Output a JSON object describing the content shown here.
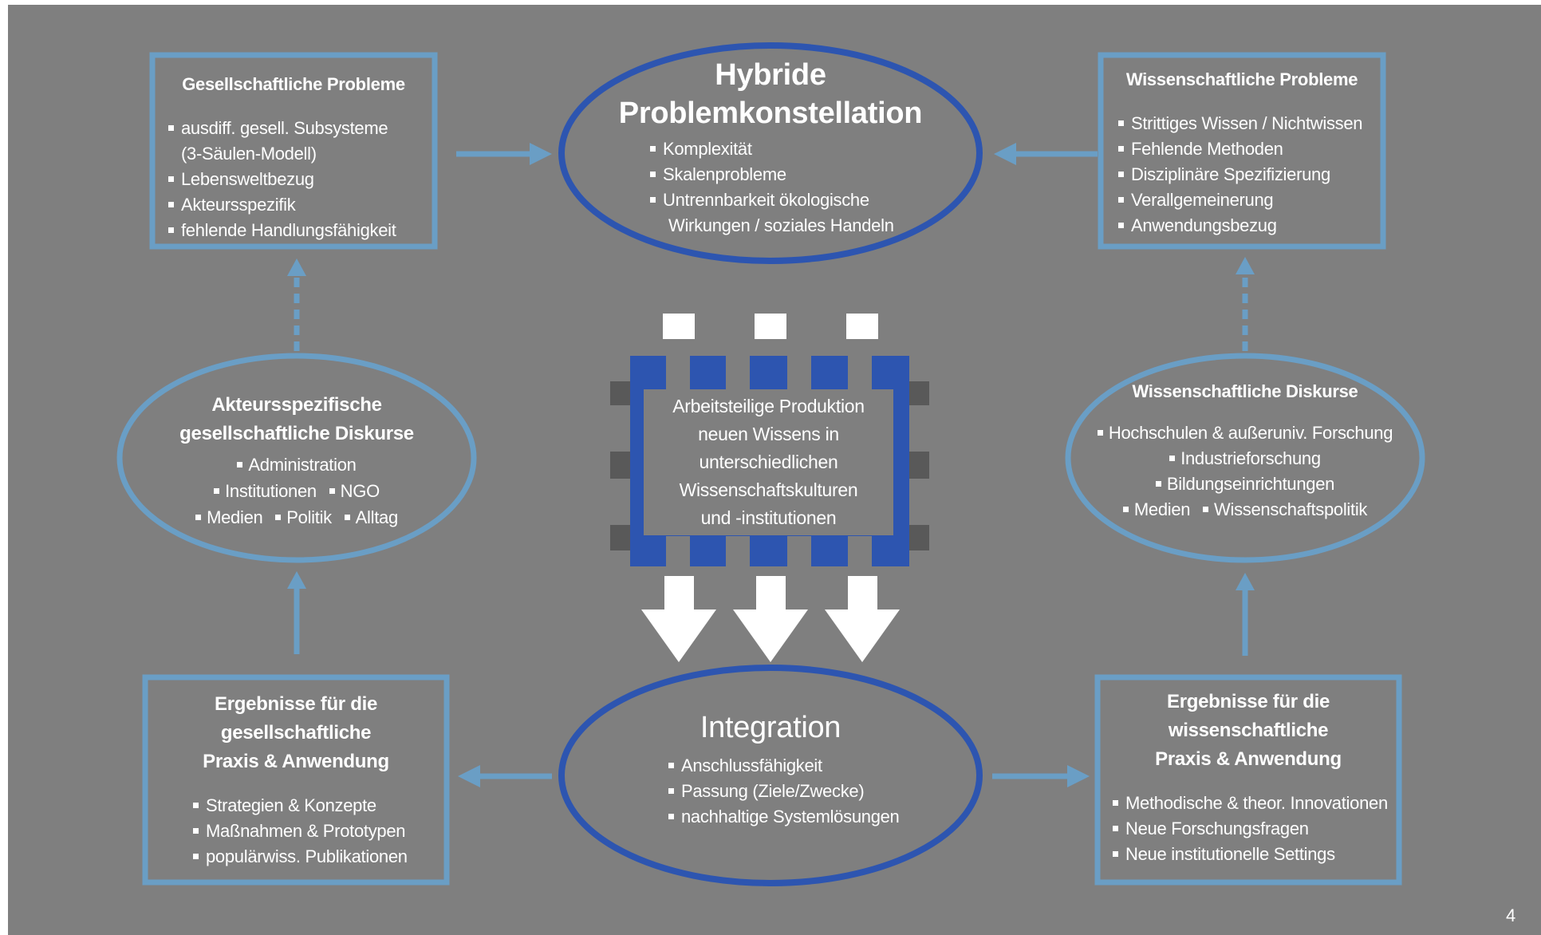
{
  "colors": {
    "background": "#7f7f7f",
    "light_blue": "#6a9ec5",
    "dark_blue": "#2d55b0",
    "connector_gray": "#595959",
    "white": "#ffffff"
  },
  "hybrid": {
    "title_line1": "Hybride",
    "title_line2": "Problemkonstellation",
    "items": [
      "Komplexität",
      "Skalenprobleme",
      "Untrennbarkeit ökologische",
      "Wirkungen / soziales Handeln"
    ]
  },
  "society_problems": {
    "title": "Gesellschaftliche Probleme",
    "items": [
      "ausdiff. gesell. Subsysteme",
      "(3-Säulen-Modell)",
      "Lebensweltbezug",
      "Akteursspezifik",
      "fehlende Handlungsfähigkeit"
    ]
  },
  "science_problems": {
    "title": "Wissenschaftliche Probleme",
    "items": [
      "Strittiges Wissen / Nichtwissen",
      "Fehlende Methoden",
      "Disziplinäre Spezifizierung",
      "Verallgemeinerung",
      "Anwendungsbezug"
    ]
  },
  "actor_discourses": {
    "title_line1": "Akteursspezifische",
    "title_line2": "gesellschaftliche Diskurse",
    "row1": [
      "Administration"
    ],
    "row2": [
      "Institutionen",
      "NGO"
    ],
    "row3": [
      "Medien",
      "Politik",
      "Alltag"
    ]
  },
  "science_discourses": {
    "title": "Wissenschaftliche Diskurse",
    "row1": [
      "Hochschulen  & außeruniv. Forschung"
    ],
    "row2": [
      "Industrieforschung"
    ],
    "row3": [
      "Bildungseinrichtungen"
    ],
    "row4": [
      "Medien",
      "Wissenschaftspolitik"
    ]
  },
  "production": {
    "lines": [
      "Arbeitsteilige Produktion",
      "neuen Wissens in",
      "unterschiedlichen",
      "Wissenschaftskulturen",
      "und -institutionen"
    ]
  },
  "integration": {
    "title": "Integration",
    "items": [
      "Anschlussfähigkeit",
      "Passung (Ziele/Zwecke)",
      "nachhaltige Systemlösungen"
    ]
  },
  "society_results": {
    "title_line1": "Ergebnisse für die",
    "title_line2": "gesellschaftliche",
    "title_line3": "Praxis & Anwendung",
    "items": [
      "Strategien & Konzepte",
      "Maßnahmen & Prototypen",
      "populärwiss. Publikationen"
    ]
  },
  "science_results": {
    "title_line1": "Ergebnisse für die",
    "title_line2": "wissenschaftliche",
    "title_line3": "Praxis & Anwendung",
    "items": [
      "Methodische & theor. Innovationen",
      "Neue Forschungsfragen",
      "Neue institutionelle Settings"
    ]
  },
  "page_number": "4"
}
